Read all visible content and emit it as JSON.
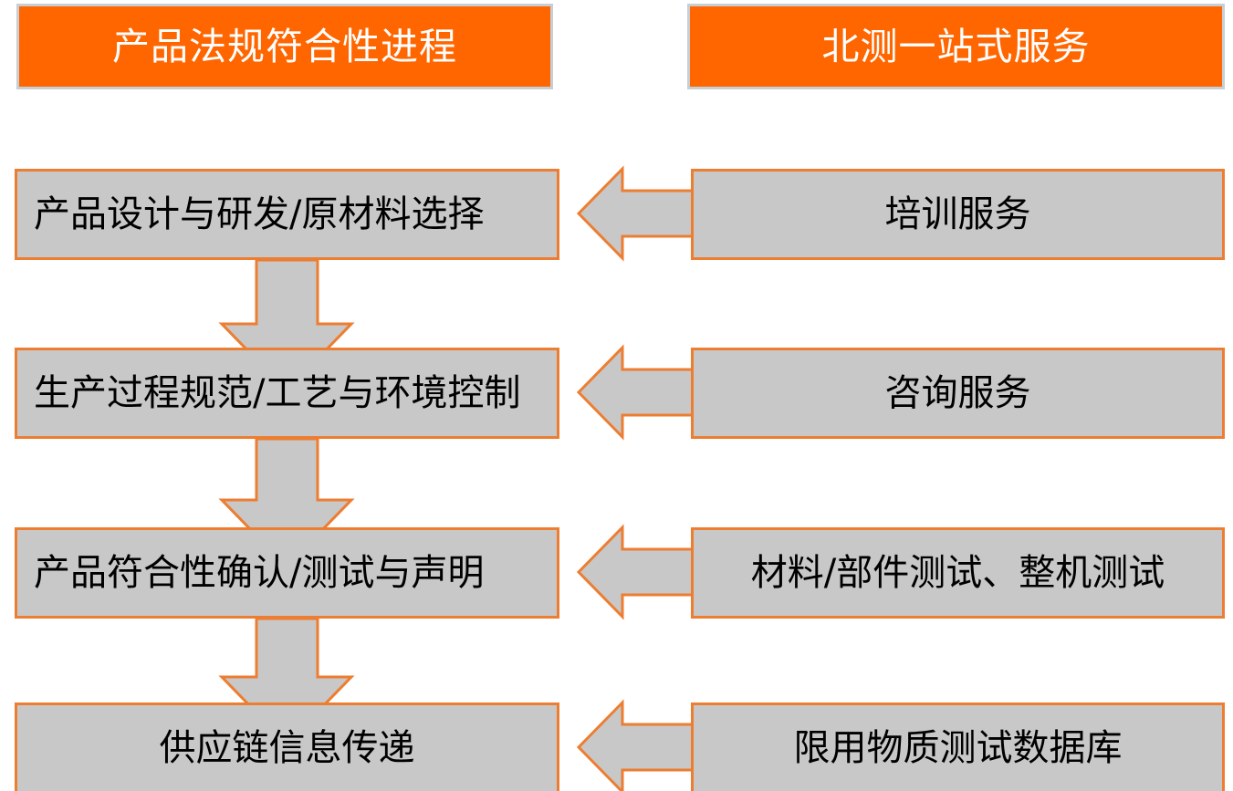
{
  "headers": {
    "left": "产品法规符合性进程",
    "right": "北测一站式服务"
  },
  "process_steps": [
    {
      "label": "产品设计与研发/原材料选择",
      "align": "left"
    },
    {
      "label": "生产过程规范/工艺与环境控制",
      "align": "left"
    },
    {
      "label": "产品符合性确认/测试与声明",
      "align": "left"
    },
    {
      "label": "供应链信息传递",
      "align": "center"
    }
  ],
  "services": [
    {
      "label": "培训服务"
    },
    {
      "label": "咨询服务"
    },
    {
      "label": "材料/部件测试、整机测试"
    },
    {
      "label": "限用物质测试数据库"
    }
  ],
  "connectors": {
    "down_arrow_name": "down-arrow",
    "left_arrow_name": "left-arrow",
    "down_arrow_count": 3,
    "left_arrow_count": 4
  },
  "colors": {
    "accent_orange": "#FF6600",
    "outline_orange": "#ED7D31",
    "box_gray": "#C8C8C8",
    "header_border": "#C8CFD4",
    "text_dark": "#000000",
    "text_light": "#FFFFFF",
    "background": "#FFFFFF"
  }
}
